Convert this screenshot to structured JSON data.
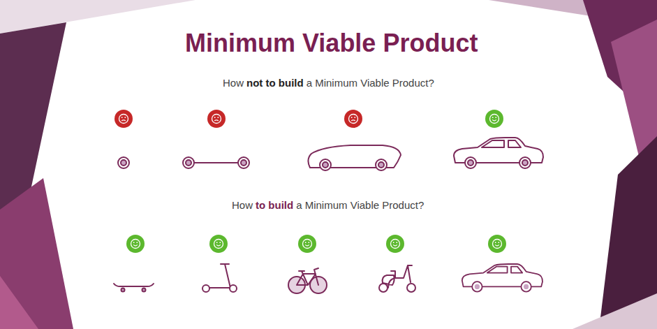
{
  "diagram": {
    "title": "Minimum Viable Product",
    "labels": [
      "How",
      "not to build",
      "a Minimum Viable Product?",
      "How",
      "to build",
      "a Minimum Viable Product?"
    ]
  }
}
